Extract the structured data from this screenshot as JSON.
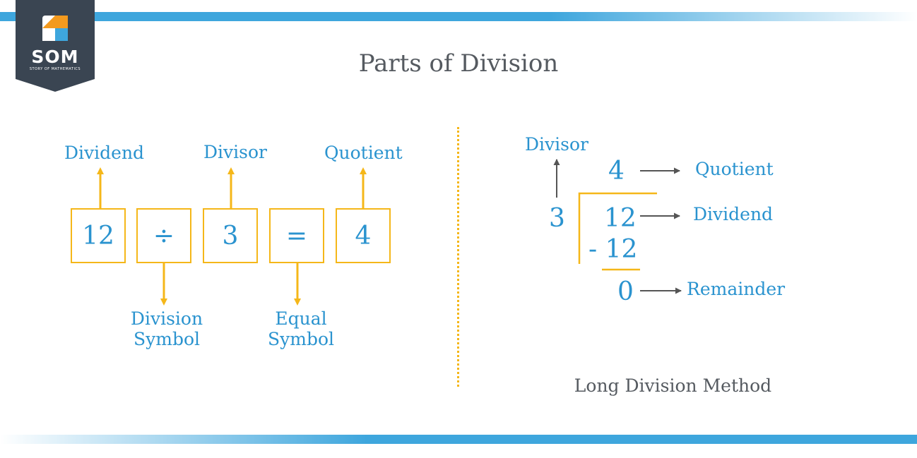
{
  "logo": {
    "text": "SOM",
    "subtitle": "STORY OF MATHEMATICS"
  },
  "title": "Parts of Division",
  "left": {
    "boxes": [
      "12",
      "÷",
      "3",
      "=",
      "4"
    ],
    "labels_top": {
      "dividend": "Dividend",
      "divisor": "Divisor",
      "quotient": "Quotient"
    },
    "labels_bottom": {
      "division_symbol": [
        "Division",
        "Symbol"
      ],
      "equal_symbol": [
        "Equal",
        "Symbol"
      ]
    }
  },
  "right": {
    "divisor_label": "Divisor",
    "divisor": "3",
    "quotient": "4",
    "dividend": "12",
    "subtracted": "- 12",
    "remainder": "0",
    "quotient_label": "Quotient",
    "dividend_label": "Dividend",
    "remainder_label": "Remainder",
    "caption": "Long Division Method"
  },
  "colors": {
    "accent_blue": "#2a93cf",
    "bar_blue": "#3ea6dd",
    "box_yellow": "#f5b719",
    "text_gray": "#555a60",
    "logo_dark": "#3a4552"
  }
}
